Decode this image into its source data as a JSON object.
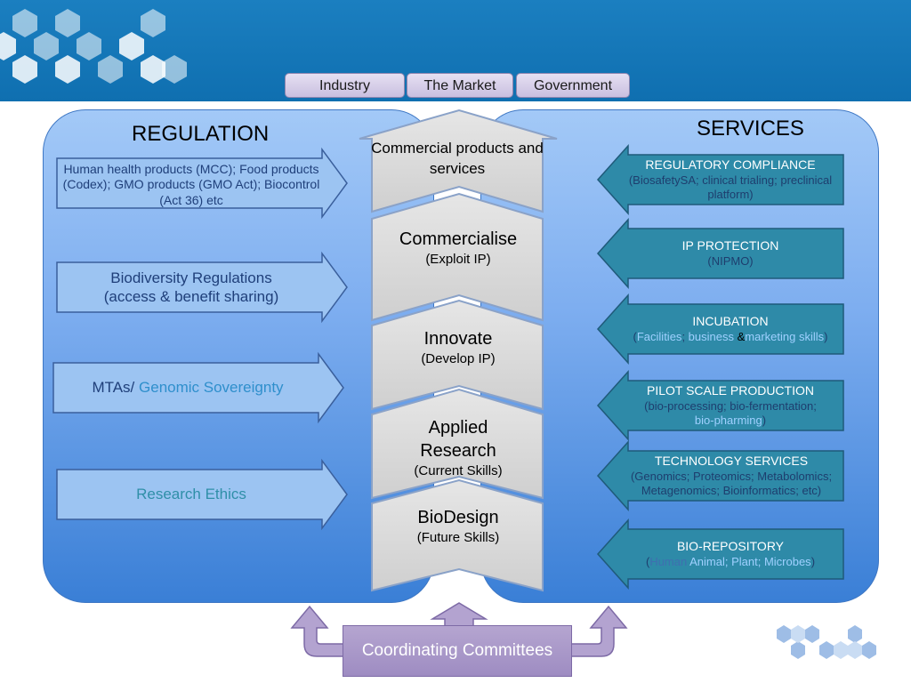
{
  "tabs": [
    {
      "label": "Industry"
    },
    {
      "label": "The Market"
    },
    {
      "label": "Government"
    }
  ],
  "regulation": {
    "heading": "REGULATION",
    "items": [
      {
        "label": "Human health products (MCC); Food products (Codex); GMO products (GMO Act);  Biocontrol (Act 36) etc"
      },
      {
        "line1": "Biodiversity Regulations",
        "line2": "(access & benefit sharing)"
      },
      {
        "part1": "MTAs/ ",
        "part2": "Genomic Sovereignty"
      },
      {
        "label": "Research Ethics"
      }
    ]
  },
  "services": {
    "heading": "SERVICES",
    "items": [
      {
        "title": "REGULATORY COMPLIANCE",
        "sub": "(BiosafetySA; clinical trialing; preclinical platform)"
      },
      {
        "title": "IP PROTECTION",
        "sub": "(NIPMO)"
      },
      {
        "title": "INCUBATION",
        "open": "(",
        "a": "Facilities",
        "sep1": "; ",
        "b": "business",
        "amp": " &",
        "c": "marketing skills",
        "close": ")"
      },
      {
        "title": "PILOT SCALE PRODUCTION",
        "sub": "(bio-processing; bio-fermentation;",
        "hl": "bio-pharming",
        "close": ")"
      },
      {
        "title": "TECHNOLOGY SERVICES",
        "sub": "(Genomics; Proteomics; Metabolomics; Metagenomics; Bioinformatics; etc)"
      },
      {
        "title": "BIO-REPOSITORY",
        "open": "(",
        "a": "Human",
        "b": " Animal; Plant; Microbes",
        "close": ")"
      }
    ]
  },
  "stack": [
    {
      "title": "Commercial products and services",
      "sub": ""
    },
    {
      "title": "Commercialise",
      "sub": "(Exploit IP)"
    },
    {
      "title": "Innovate",
      "sub": "(Develop IP)"
    },
    {
      "title": "Applied Research",
      "sub": "(Current Skills)"
    },
    {
      "title": "BioDesign",
      "sub": "(Future Skills)"
    }
  ],
  "coordinating": {
    "label": "Coordinating Committees"
  },
  "colors": {
    "topbar": "#1b7fc0",
    "panel": "#7eaef0",
    "service_arrow": "#2e8aa8",
    "regulation_arrow": "#9cc4f2",
    "stack": "#d9d9d9",
    "coordinating": "#a695c8"
  }
}
